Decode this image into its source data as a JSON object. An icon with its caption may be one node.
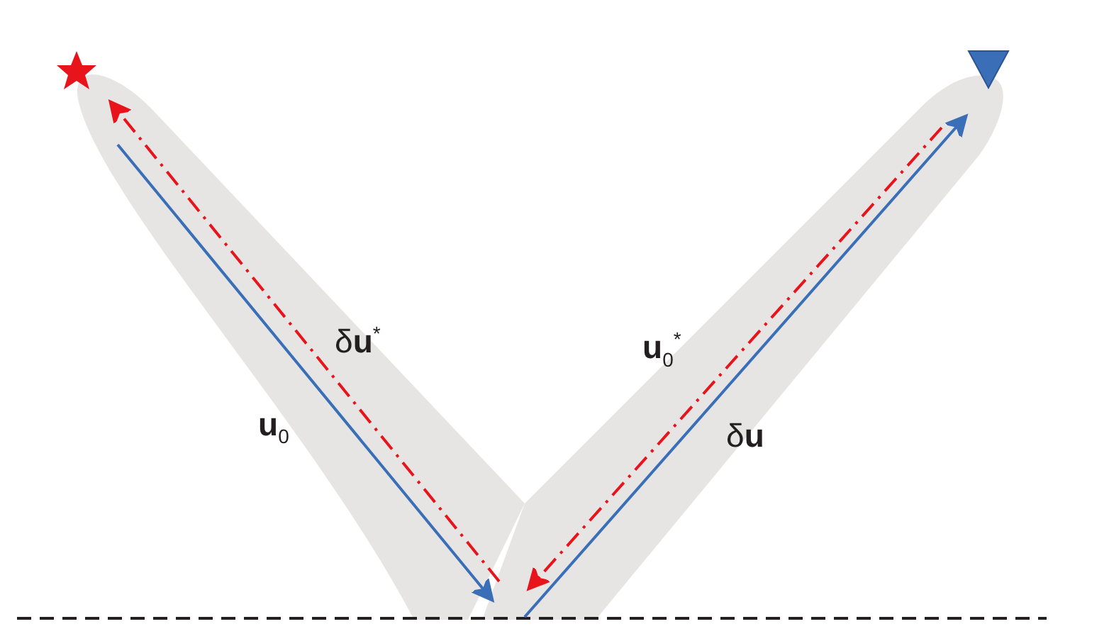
{
  "diagram": {
    "labels": [
      "δ**u**$^{*}$",
      "**u**$_{0}$",
      "**u**$_{0}$$^{*}$",
      "δ**u**"
    ]
  }
}
